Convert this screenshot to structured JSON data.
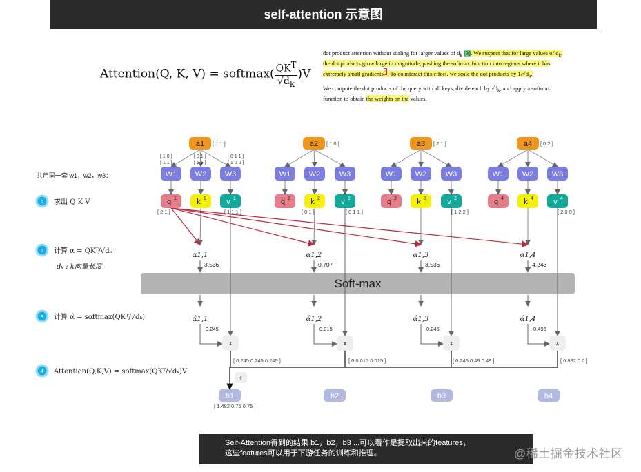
{
  "title": "self-attention 示意图",
  "formula": {
    "lhs": "Attention(Q, K, V) = softmax(",
    "num": "QK",
    "sup": "T",
    "den": "√d",
    "den_sub": "k",
    "tail": ")V"
  },
  "paper": {
    "p1_a": "dot product attention without scaling for larger values of d",
    "p1_a_sub": "k",
    "p1_ref": "[3]",
    "p1_b": ". We suspect that for large values of d",
    "p1_b_sub": "k",
    "p1_c": ", the dot products grow large in magnitude, pushing the softmax function into regions where it has extremely small gradients",
    "p1_fn": "4",
    "p1_d": ". To counteract this effect, we scale the dot products by ",
    "p1_scale": "1/√d",
    "p1_scale_sub": "k",
    "p1_end": ".",
    "p2_a": "We compute the dot products of the  query with all keys, divide each by ",
    "p2_div": "√d",
    "p2_div_sub": "k",
    "p2_b": ", and apply a softmax function to obtain ",
    "p2_hl": "the weights on the",
    "p2_c": " values."
  },
  "shared_label": "共用同一套 w1，w2，w3：",
  "steps": [
    {
      "num": "1",
      "label": "求出  Q  K  V"
    },
    {
      "num": "2",
      "label": "计算  α = QKᵀ/√dₖ",
      "note": "dₖ : k向量长度"
    },
    {
      "num": "3",
      "label": "计算  α̂ = softmax(QKᵀ/√dₖ)"
    },
    {
      "num": "4",
      "label": "Attention(Q,K,V) = softmax(QKᵀ/√dₖ)V"
    }
  ],
  "softmax_label": "Soft-max",
  "w_matrices": {
    "w1": "1 0\n1 1",
    "w2": "0 1\n1 1",
    "w3": "0 1 1\n1 0 0"
  },
  "columns": [
    {
      "a": "a1",
      "a_vec": "1  1",
      "q": "q",
      "k": "k",
      "v": "v",
      "idx": "1",
      "q_vec": "2  1",
      "v_vec": "1  1  1",
      "alpha": "α1,1",
      "alpha_val": "3.536",
      "alpha_hat": "α̂1,1",
      "alpha_hat_val": "0.245",
      "weighted": "0.245  0.245  0.245",
      "b": "b1"
    },
    {
      "a": "a2",
      "a_vec": "1  0",
      "q": "q",
      "k": "k",
      "v": "v",
      "idx": "2",
      "k_vec": "0  1",
      "v_vec": "0  1  1",
      "alpha": "α1,2",
      "alpha_val": "0.707",
      "alpha_hat": "α̂1,2",
      "alpha_hat_val": "0.015",
      "weighted": "0   0.015  0.015",
      "b": "b2"
    },
    {
      "a": "a3",
      "a_vec": "2  1",
      "q": "q",
      "k": "k",
      "v": "v",
      "idx": "3",
      "v_vec": "1  2  2",
      "alpha": "α1,3",
      "alpha_val": "3.536",
      "alpha_hat": "α̂1,3",
      "alpha_hat_val": "0.245",
      "weighted": "0.245  0.49  0.49",
      "b": "b3"
    },
    {
      "a": "a4",
      "a_vec": "0  2",
      "q": "q",
      "k": "k",
      "v": "v",
      "idx": "4",
      "v_vec": "2  0  0",
      "alpha": "α1,4",
      "alpha_val": "4.243",
      "alpha_hat": "α̂1,4",
      "alpha_hat_val": "0.496",
      "weighted": "0.992  0   0",
      "b": "b4"
    }
  ],
  "w_labels": [
    "W1",
    "W2",
    "W3"
  ],
  "multiply_symbol": "x",
  "plus_symbol": "+",
  "b1_result": "1.482   0.75  0.75",
  "footer_line1": "Self-Attention得到的结果 b1，b2，b3 ...可以看作是提取出来的features，",
  "footer_line2": "这些features可以用于下游任务的训练和推理。",
  "watermark": "@稀土掘金技术社区",
  "colors": {
    "a_node": "#f0961f",
    "w_node": "#7b7ee0",
    "q_node": "#e57d8a",
    "k_node": "#f5f00a",
    "v_node": "#12a89a",
    "b_node": "#b2b9e0",
    "step_circle": "#1aaee5",
    "arrow": "#c0283c"
  }
}
